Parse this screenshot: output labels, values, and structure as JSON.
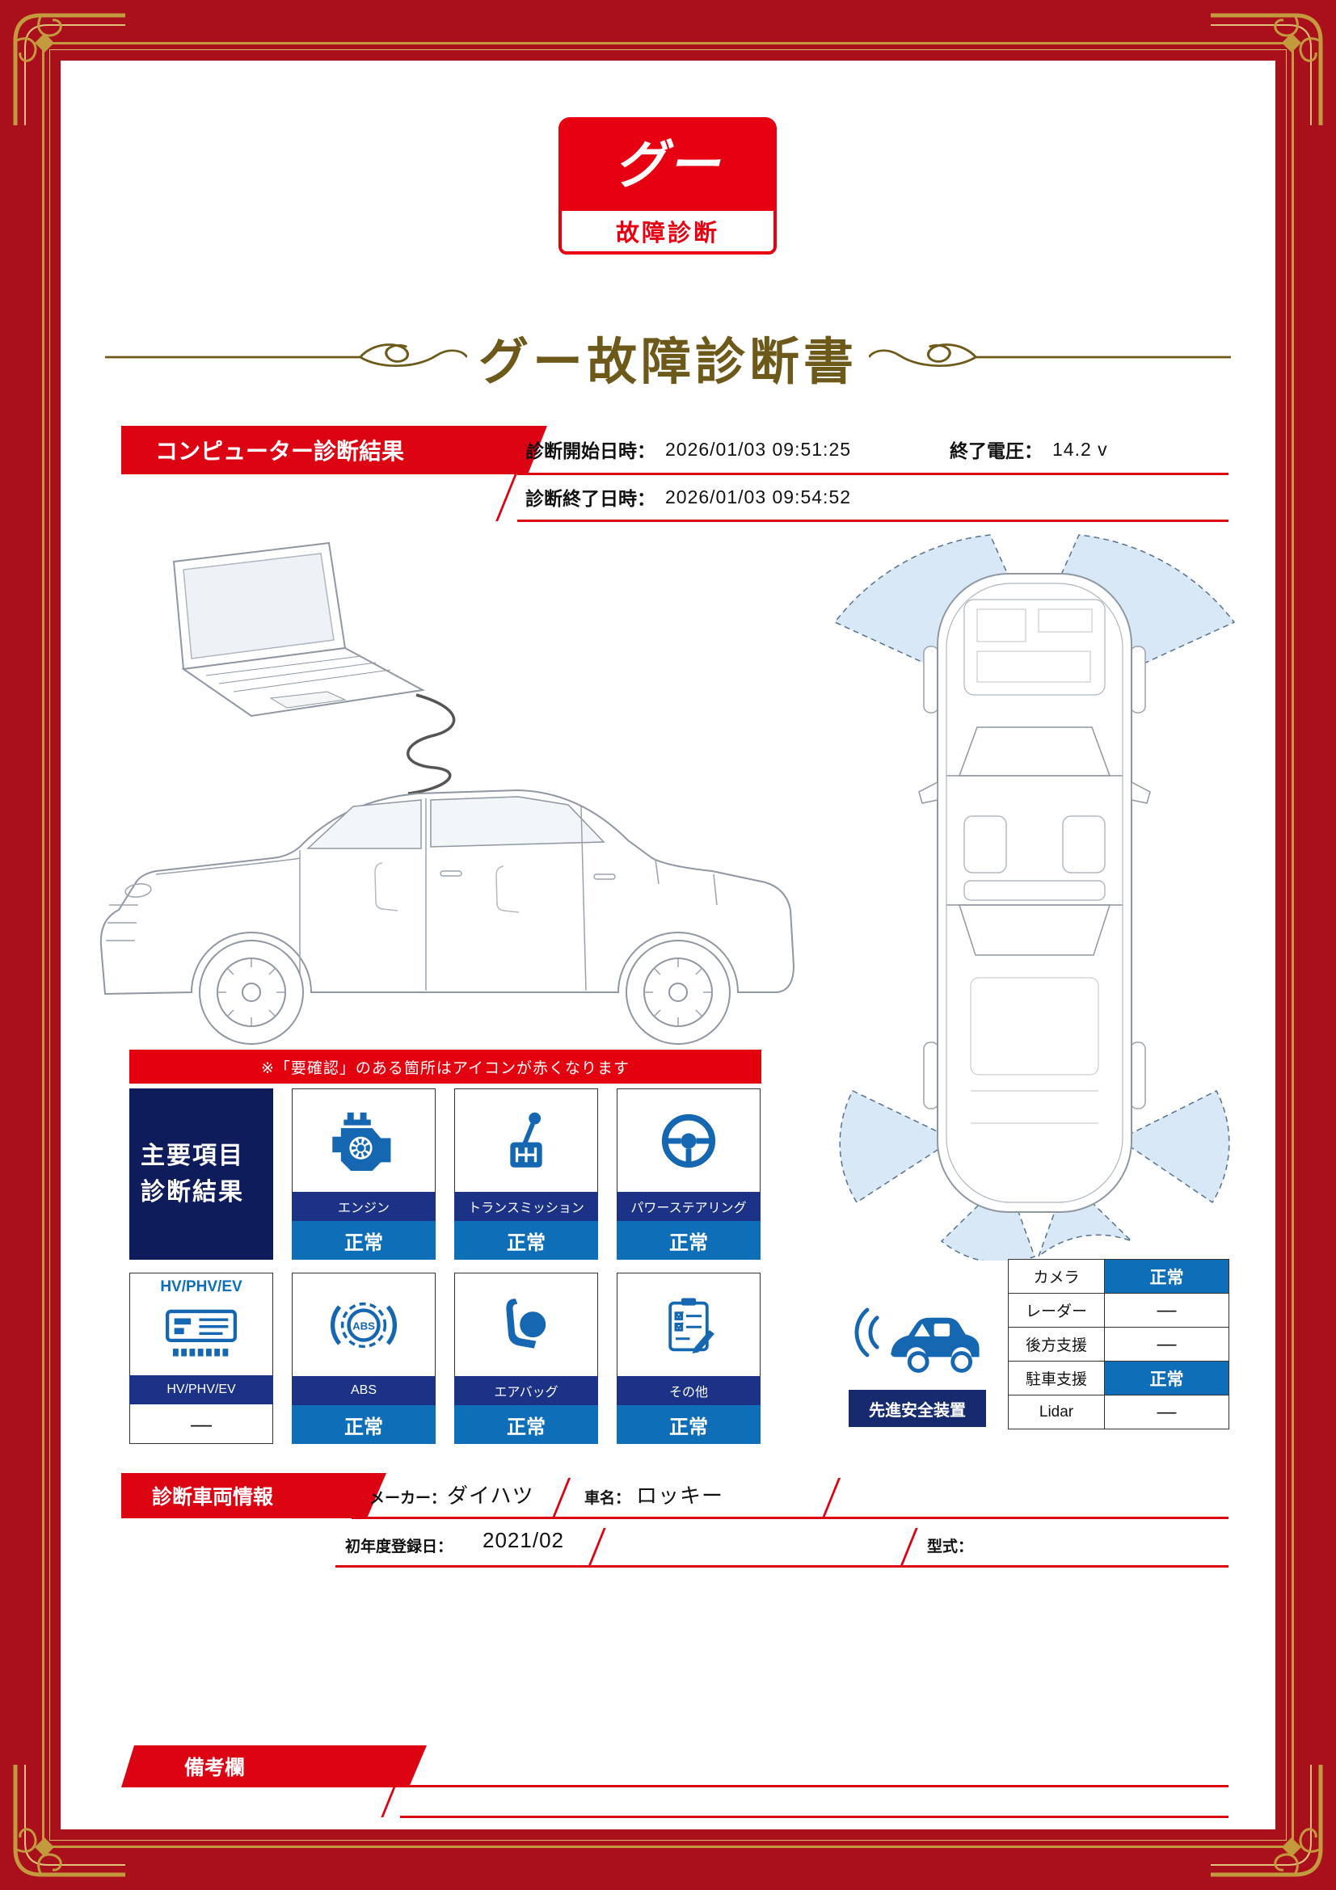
{
  "colors": {
    "frame_red": "#a9101c",
    "accent_red": "#dc0413",
    "logo_red": "#e60012",
    "navy": "#1b3286",
    "panel_navy": "#0f1c5c",
    "status_blue": "#0e6eb8",
    "icon_blue": "#1467b0",
    "gold": "#c49a3e",
    "title_bronze": "#6d5a1b"
  },
  "logo": {
    "brand": "グー",
    "sub": "故障診断"
  },
  "title": "グー故障診断書",
  "computer_diag": {
    "banner": "コンピューター診断結果",
    "start_label": "診断開始日時：",
    "start_value": "2026/01/03 09:51:25",
    "voltage_label": "終了電圧：",
    "voltage_value": "14.2 v",
    "end_label": "診断終了日時：",
    "end_value": "2026/01/03 09:54:52"
  },
  "notice": "※「要確認」のある箇所はアイコンが赤くなります",
  "main_results": {
    "panel_title": "主要項目\n診断結果",
    "items": [
      {
        "label": "エンジン",
        "status": "正常"
      },
      {
        "label": "トランスミッション",
        "status": "正常"
      },
      {
        "label": "パワーステアリング",
        "status": "正常"
      },
      {
        "label": "HV/PHV/EV",
        "status": "—",
        "header": "HV/PHV/EV"
      },
      {
        "label": "ABS",
        "status": "正常"
      },
      {
        "label": "エアバッグ",
        "status": "正常"
      },
      {
        "label": "その他",
        "status": "正常"
      }
    ]
  },
  "safety": {
    "panel_label": "先進安全装置",
    "rows": [
      {
        "label": "カメラ",
        "status": "正常"
      },
      {
        "label": "レーダー",
        "status": "—"
      },
      {
        "label": "後方支援",
        "status": "—"
      },
      {
        "label": "駐車支援",
        "status": "正常"
      },
      {
        "label": "Lidar",
        "status": "—"
      }
    ]
  },
  "vehicle": {
    "banner": "診断車両情報",
    "maker_label": "メーカー：",
    "maker_value": "ダイハツ",
    "name_label": "車名：",
    "name_value": "ロッキー",
    "reg_label": "初年度登録日：",
    "reg_value": "2021/02",
    "model_label": "型式："
  },
  "remarks": {
    "banner": "備考欄"
  }
}
